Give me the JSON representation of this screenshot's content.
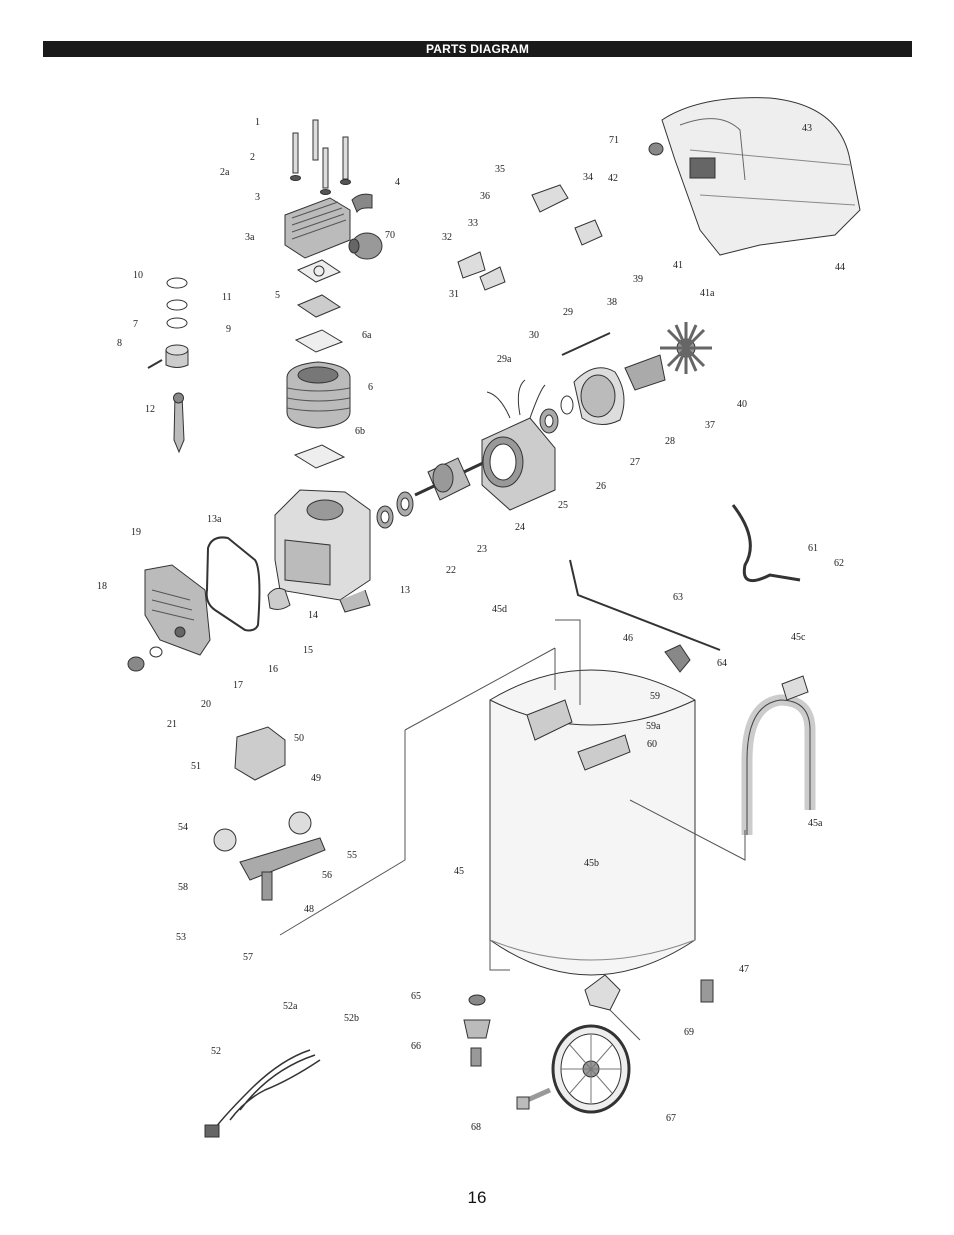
{
  "header": {
    "title": "PARTS DIAGRAM"
  },
  "footer": {
    "page_number": "16"
  },
  "diagram": {
    "callouts": [
      {
        "id": "p1",
        "text": "1"
      },
      {
        "id": "p2",
        "text": "2"
      },
      {
        "id": "p2a",
        "text": "2a"
      },
      {
        "id": "p3",
        "text": "3"
      },
      {
        "id": "p3a",
        "text": "3a"
      },
      {
        "id": "p4",
        "text": "4"
      },
      {
        "id": "p5",
        "text": "5"
      },
      {
        "id": "p6",
        "text": "6"
      },
      {
        "id": "p6a",
        "text": "6a"
      },
      {
        "id": "p6b",
        "text": "6b"
      },
      {
        "id": "p7",
        "text": "7"
      },
      {
        "id": "p8",
        "text": "8"
      },
      {
        "id": "p9",
        "text": "9"
      },
      {
        "id": "p10",
        "text": "10"
      },
      {
        "id": "p11",
        "text": "11"
      },
      {
        "id": "p12",
        "text": "12"
      },
      {
        "id": "p13",
        "text": "13"
      },
      {
        "id": "p13a",
        "text": "13a"
      },
      {
        "id": "p14",
        "text": "14"
      },
      {
        "id": "p15",
        "text": "15"
      },
      {
        "id": "p16",
        "text": "16"
      },
      {
        "id": "p17",
        "text": "17"
      },
      {
        "id": "p18",
        "text": "18"
      },
      {
        "id": "p19",
        "text": "19"
      },
      {
        "id": "p20",
        "text": "20"
      },
      {
        "id": "p21",
        "text": "21"
      },
      {
        "id": "p22",
        "text": "22"
      },
      {
        "id": "p23",
        "text": "23"
      },
      {
        "id": "p24",
        "text": "24"
      },
      {
        "id": "p25",
        "text": "25"
      },
      {
        "id": "p26",
        "text": "26"
      },
      {
        "id": "p27",
        "text": "27"
      },
      {
        "id": "p28",
        "text": "28"
      },
      {
        "id": "p29",
        "text": "29"
      },
      {
        "id": "p29a",
        "text": "29a"
      },
      {
        "id": "p30",
        "text": "30"
      },
      {
        "id": "p31",
        "text": "31"
      },
      {
        "id": "p32",
        "text": "32"
      },
      {
        "id": "p33",
        "text": "33"
      },
      {
        "id": "p34",
        "text": "34"
      },
      {
        "id": "p35",
        "text": "35"
      },
      {
        "id": "p36",
        "text": "36"
      },
      {
        "id": "p37",
        "text": "37"
      },
      {
        "id": "p38",
        "text": "38"
      },
      {
        "id": "p39",
        "text": "39"
      },
      {
        "id": "p40",
        "text": "40"
      },
      {
        "id": "p41",
        "text": "41"
      },
      {
        "id": "p41a",
        "text": "41a"
      },
      {
        "id": "p42",
        "text": "42"
      },
      {
        "id": "p43",
        "text": "43"
      },
      {
        "id": "p44",
        "text": "44"
      },
      {
        "id": "p45",
        "text": "45"
      },
      {
        "id": "p45a",
        "text": "45a"
      },
      {
        "id": "p45b",
        "text": "45b"
      },
      {
        "id": "p45c",
        "text": "45c"
      },
      {
        "id": "p45d",
        "text": "45d"
      },
      {
        "id": "p46",
        "text": "46"
      },
      {
        "id": "p47",
        "text": "47"
      },
      {
        "id": "p48",
        "text": "48"
      },
      {
        "id": "p49",
        "text": "49"
      },
      {
        "id": "p50",
        "text": "50"
      },
      {
        "id": "p51",
        "text": "51"
      },
      {
        "id": "p52",
        "text": "52"
      },
      {
        "id": "p52a",
        "text": "52a"
      },
      {
        "id": "p52b",
        "text": "52b"
      },
      {
        "id": "p53",
        "text": "53"
      },
      {
        "id": "p54",
        "text": "54"
      },
      {
        "id": "p55",
        "text": "55"
      },
      {
        "id": "p56",
        "text": "56"
      },
      {
        "id": "p57",
        "text": "57"
      },
      {
        "id": "p58",
        "text": "58"
      },
      {
        "id": "p59",
        "text": "59"
      },
      {
        "id": "p59a",
        "text": "59a"
      },
      {
        "id": "p60",
        "text": "60"
      },
      {
        "id": "p61",
        "text": "61"
      },
      {
        "id": "p62",
        "text": "62"
      },
      {
        "id": "p63",
        "text": "63"
      },
      {
        "id": "p64",
        "text": "64"
      },
      {
        "id": "p65",
        "text": "65"
      },
      {
        "id": "p66",
        "text": "66"
      },
      {
        "id": "p67",
        "text": "67"
      },
      {
        "id": "p68",
        "text": "68"
      },
      {
        "id": "p69",
        "text": "69"
      },
      {
        "id": "p70",
        "text": "70"
      },
      {
        "id": "p71",
        "text": "71"
      }
    ]
  }
}
